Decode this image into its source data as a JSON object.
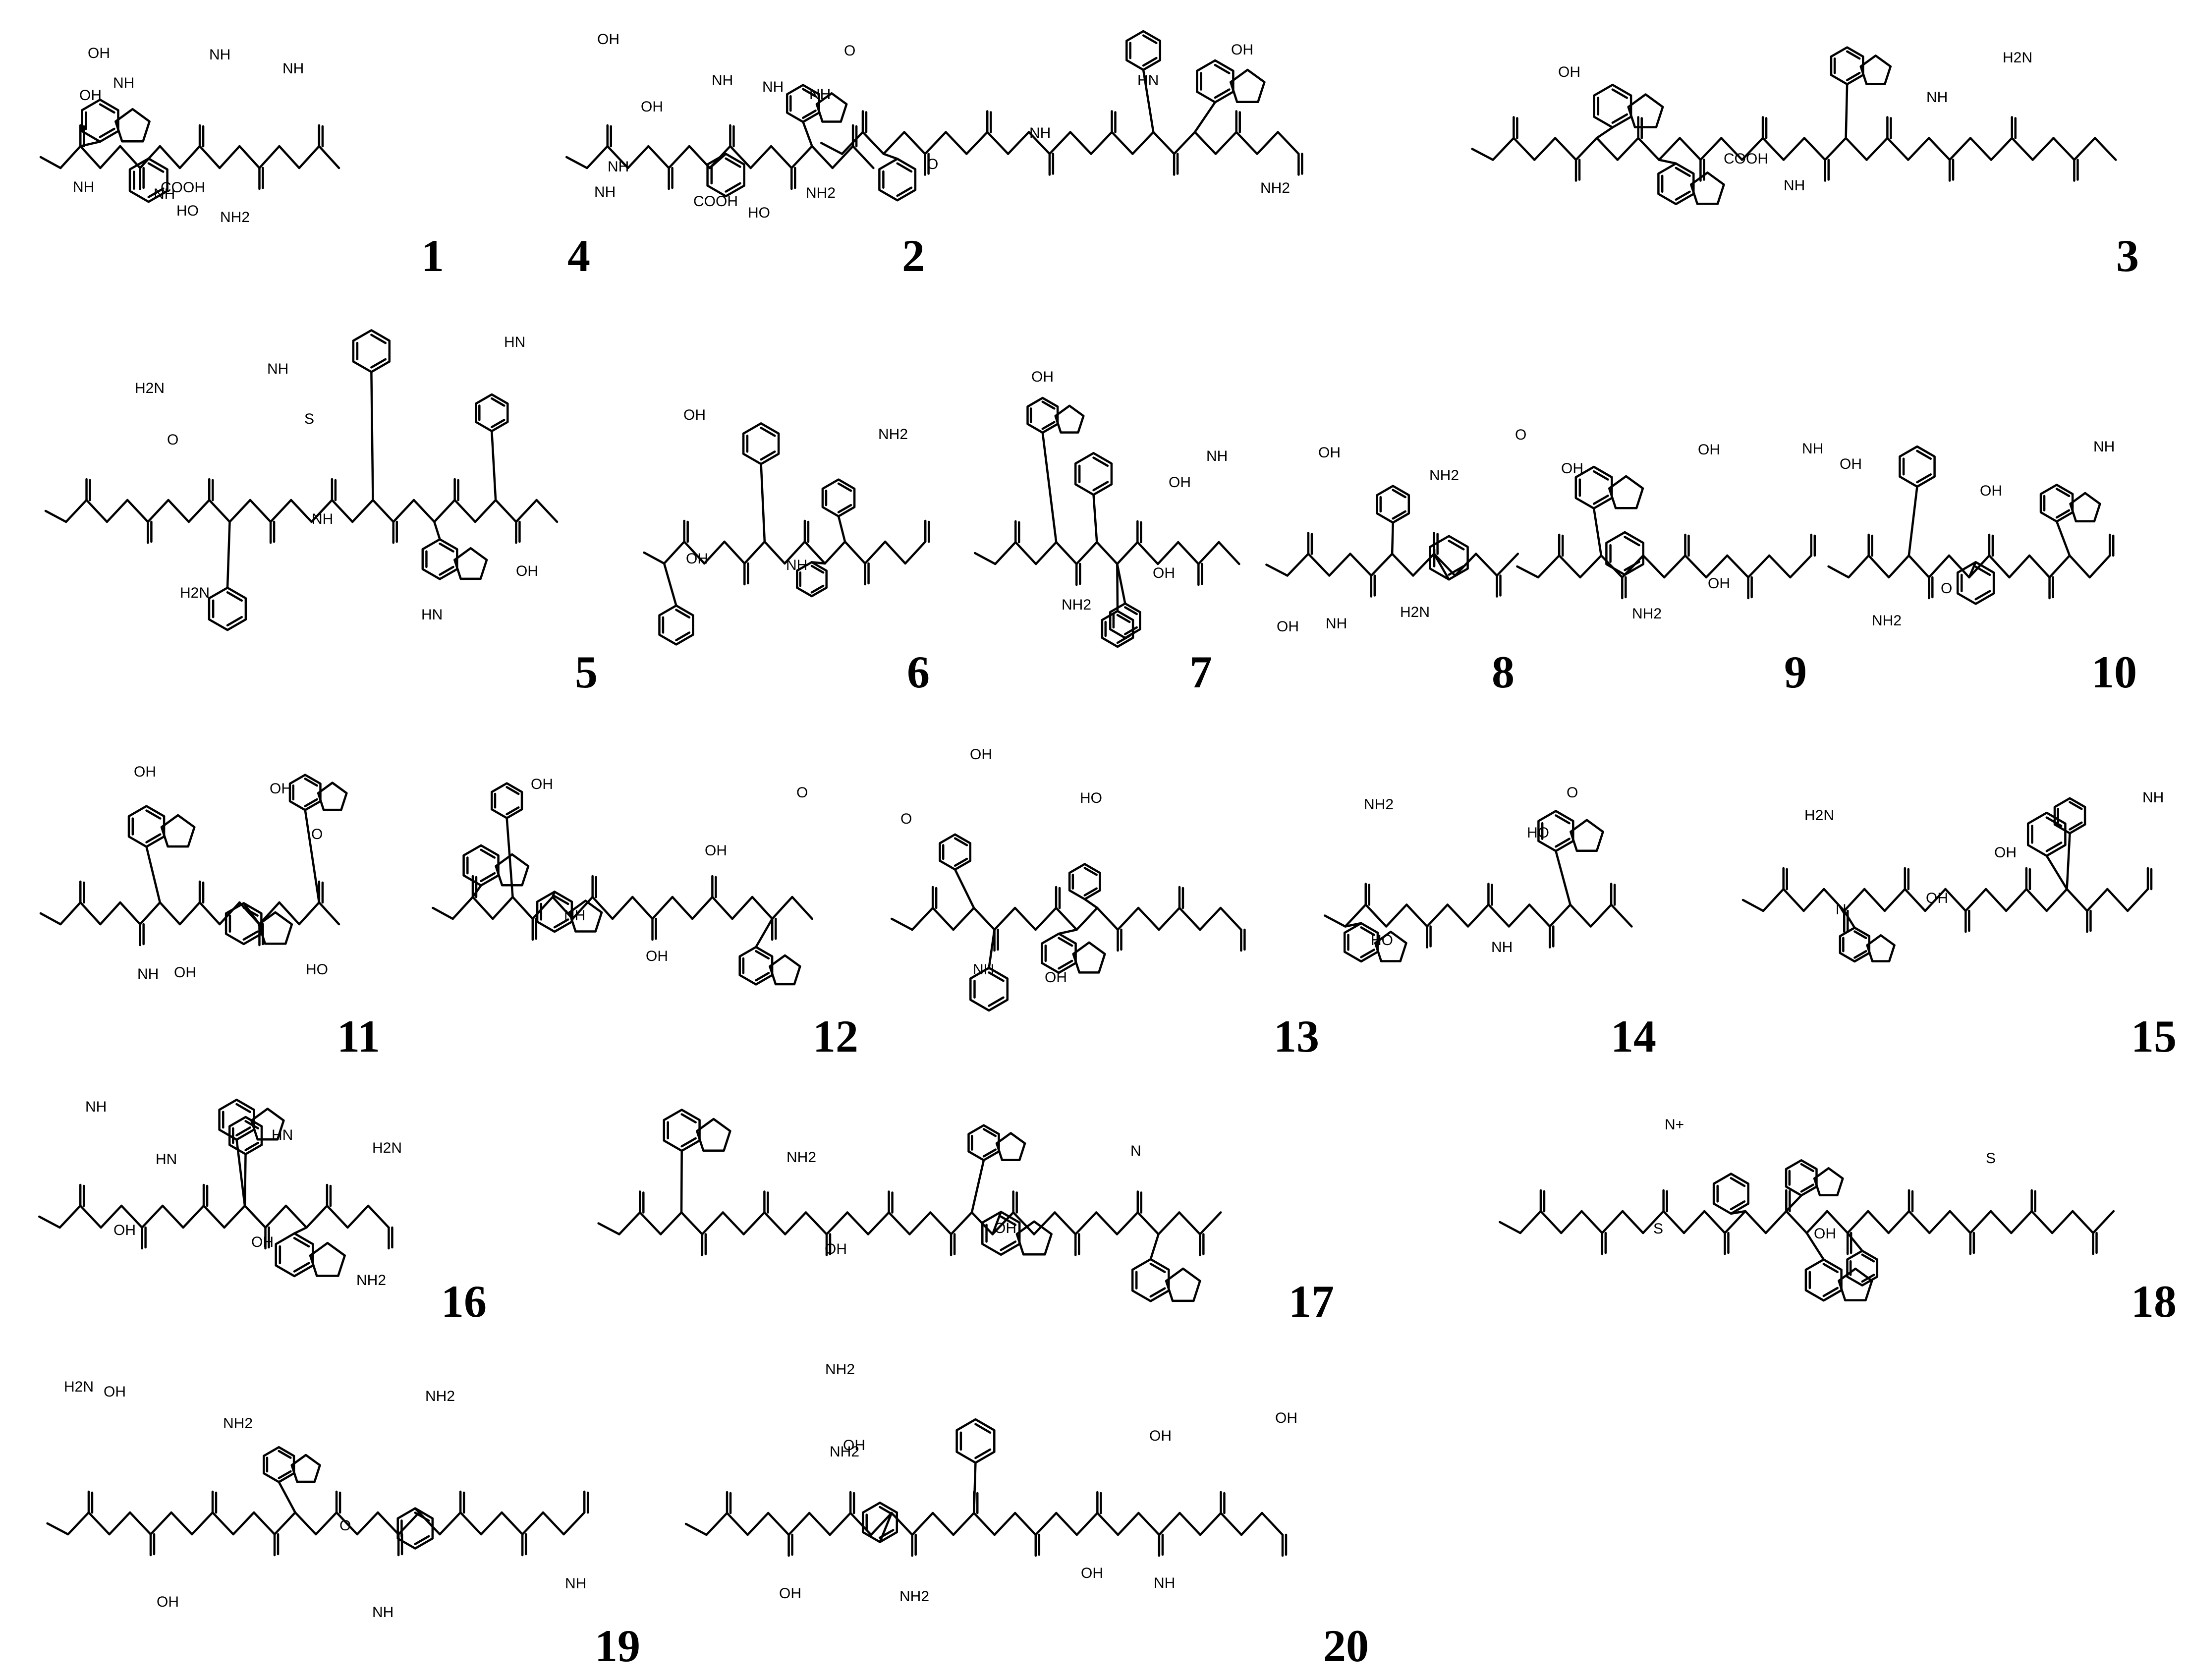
{
  "figure": {
    "compounds": [
      {
        "id": "1",
        "atoms": [
          "OH",
          "COOH",
          "NH",
          "NH",
          "NH",
          "NH",
          "NH",
          "NH2",
          "OH",
          "HO"
        ]
      },
      {
        "id": "2",
        "atoms": [
          "OH",
          "COOH",
          "NH",
          "NH",
          "NH",
          "NH",
          "NH",
          "NH2",
          "OH",
          "HO"
        ]
      },
      {
        "id": "4",
        "atoms": [
          "O",
          "NH",
          "OH",
          "O",
          "HN",
          "NH2"
        ]
      },
      {
        "id": "3",
        "atoms": [
          "OH",
          "NH",
          "H2N",
          "COOH",
          "NH"
        ]
      },
      {
        "id": "5",
        "atoms": [
          "H2N",
          "NH",
          "HN",
          "H2N",
          "S",
          "OH",
          "NH",
          "HN",
          "O"
        ]
      },
      {
        "id": "6",
        "atoms": [
          "OH",
          "NH",
          "NH2",
          "OH"
        ]
      },
      {
        "id": "7",
        "atoms": [
          "OH",
          "OH",
          "NH",
          "NH2",
          "OH"
        ]
      },
      {
        "id": "8",
        "atoms": [
          "OH",
          "H2N",
          "O",
          "NH",
          "NH2",
          "OH"
        ]
      },
      {
        "id": "9",
        "atoms": [
          "OH",
          "OH",
          "NH",
          "NH2",
          "OH"
        ]
      },
      {
        "id": "10",
        "atoms": [
          "OH",
          "O",
          "NH",
          "NH2",
          "OH"
        ]
      },
      {
        "id": "11",
        "atoms": [
          "OH",
          "OH",
          "O",
          "NH",
          "OH",
          "HO"
        ]
      },
      {
        "id": "12",
        "atoms": [
          "OH",
          "OH",
          "O",
          "NH",
          "OH"
        ]
      },
      {
        "id": "13",
        "atoms": [
          "OH",
          "OH",
          "O",
          "NH",
          "HO"
        ]
      },
      {
        "id": "14",
        "atoms": [
          "NH2",
          "NH",
          "O",
          "HO",
          "HO"
        ]
      },
      {
        "id": "15",
        "atoms": [
          "H2N",
          "OH",
          "NH",
          "N",
          "OH"
        ]
      },
      {
        "id": "16",
        "atoms": [
          "NH",
          "OH",
          "H2N",
          "OH",
          "HN",
          "NH2",
          "HN"
        ]
      },
      {
        "id": "17",
        "atoms": [
          "NH2",
          "OH",
          "N",
          "OH"
        ]
      },
      {
        "id": "18",
        "atoms": [
          "N+",
          "OH",
          "S",
          "S"
        ]
      },
      {
        "id": "19",
        "atoms": [
          "OH",
          "O",
          "H2N",
          "OH",
          "NH2",
          "NH",
          "NH2",
          "NH"
        ]
      },
      {
        "id": "20",
        "atoms": [
          "NH2",
          "OH",
          "OH",
          "NH2",
          "OH",
          "OH",
          "OH",
          "NH",
          "NH2"
        ]
      }
    ]
  }
}
